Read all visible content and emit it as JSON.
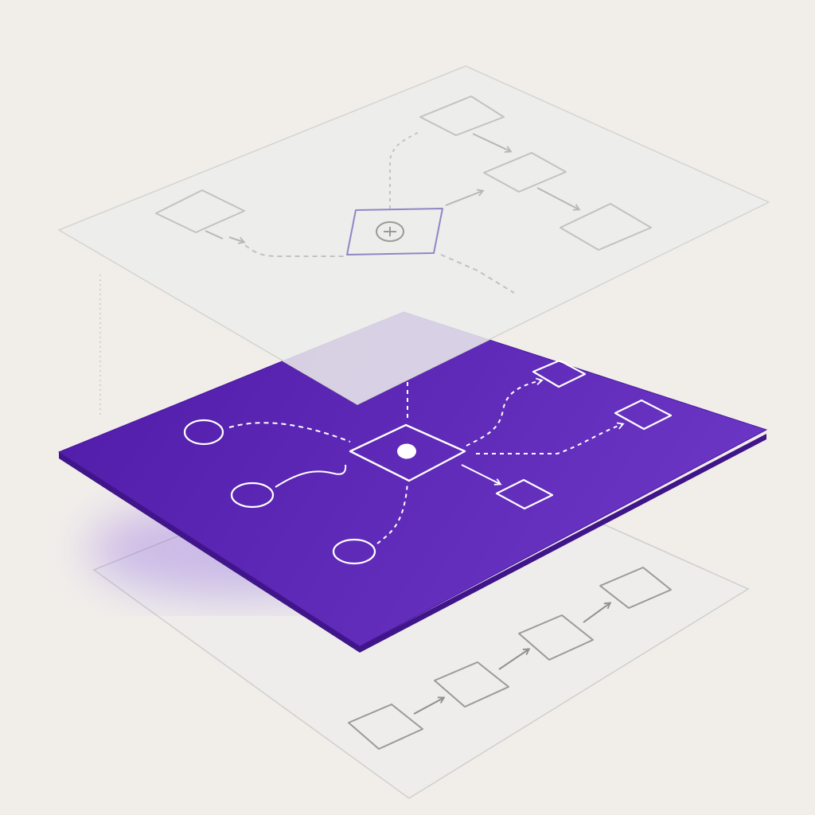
{
  "colors": {
    "background": "#f1eeea",
    "top_layer_fill": "#ececeb",
    "top_layer_stroke": "#c9c9c7",
    "top_layer_line": "#c2c2c0",
    "top_layer_gateway": "#8f87c6",
    "middle_layer_fill": "#5a22b4",
    "middle_layer_edge": "#3f1589",
    "middle_layer_line": "#ffffff",
    "bottom_layer_fill": "#eeedeb",
    "bottom_layer_stroke": "#cfcfcd",
    "bottom_layer_line": "#9a9a98"
  },
  "layers": [
    {
      "id": "top",
      "description_visible": false,
      "nodes": [
        "rounded-box",
        "rounded-box",
        "rounded-box",
        "rounded-box",
        "gateway-plus"
      ]
    },
    {
      "id": "middle",
      "nodes": [
        "circle",
        "circle",
        "circle",
        "center-gateway",
        "square",
        "square",
        "square"
      ]
    },
    {
      "id": "bottom",
      "nodes": [
        "square",
        "square",
        "square",
        "square"
      ]
    }
  ],
  "icons": {
    "gateway_top": "circle-plus-icon",
    "gateway_middle": "dot-icon"
  }
}
